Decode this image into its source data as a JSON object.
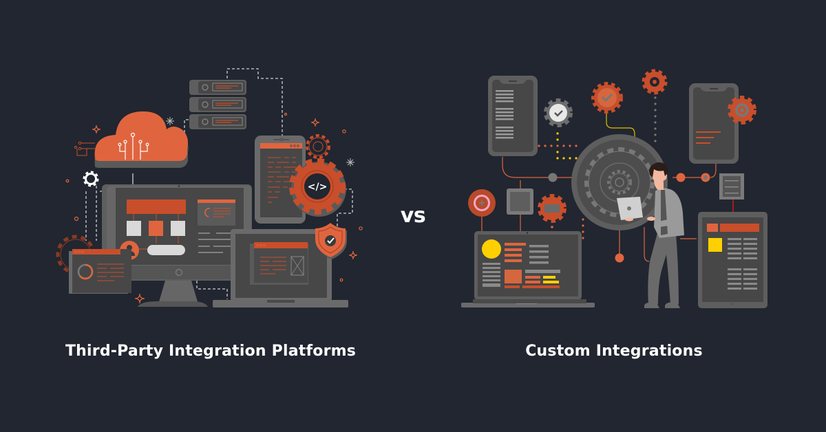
{
  "left": {
    "caption": "Third-Party Integration Platforms",
    "illustration": "cloud-server-monitor-phone-laptop-icon",
    "code_badge": "</>"
  },
  "separator": {
    "label": "vs"
  },
  "right": {
    "caption": "Custom Integrations",
    "illustration": "person-with-laptop-gears-devices-icon"
  },
  "colors": {
    "background": "#212630",
    "accent_orange": "#E0653F",
    "accent_dark_orange": "#C94E2B",
    "accent_yellow": "#FFD000",
    "device_gray": "#5A5A5A",
    "screen_gray": "#474747",
    "light_gray": "#D9D9D9",
    "text": "#FFFFFF"
  }
}
